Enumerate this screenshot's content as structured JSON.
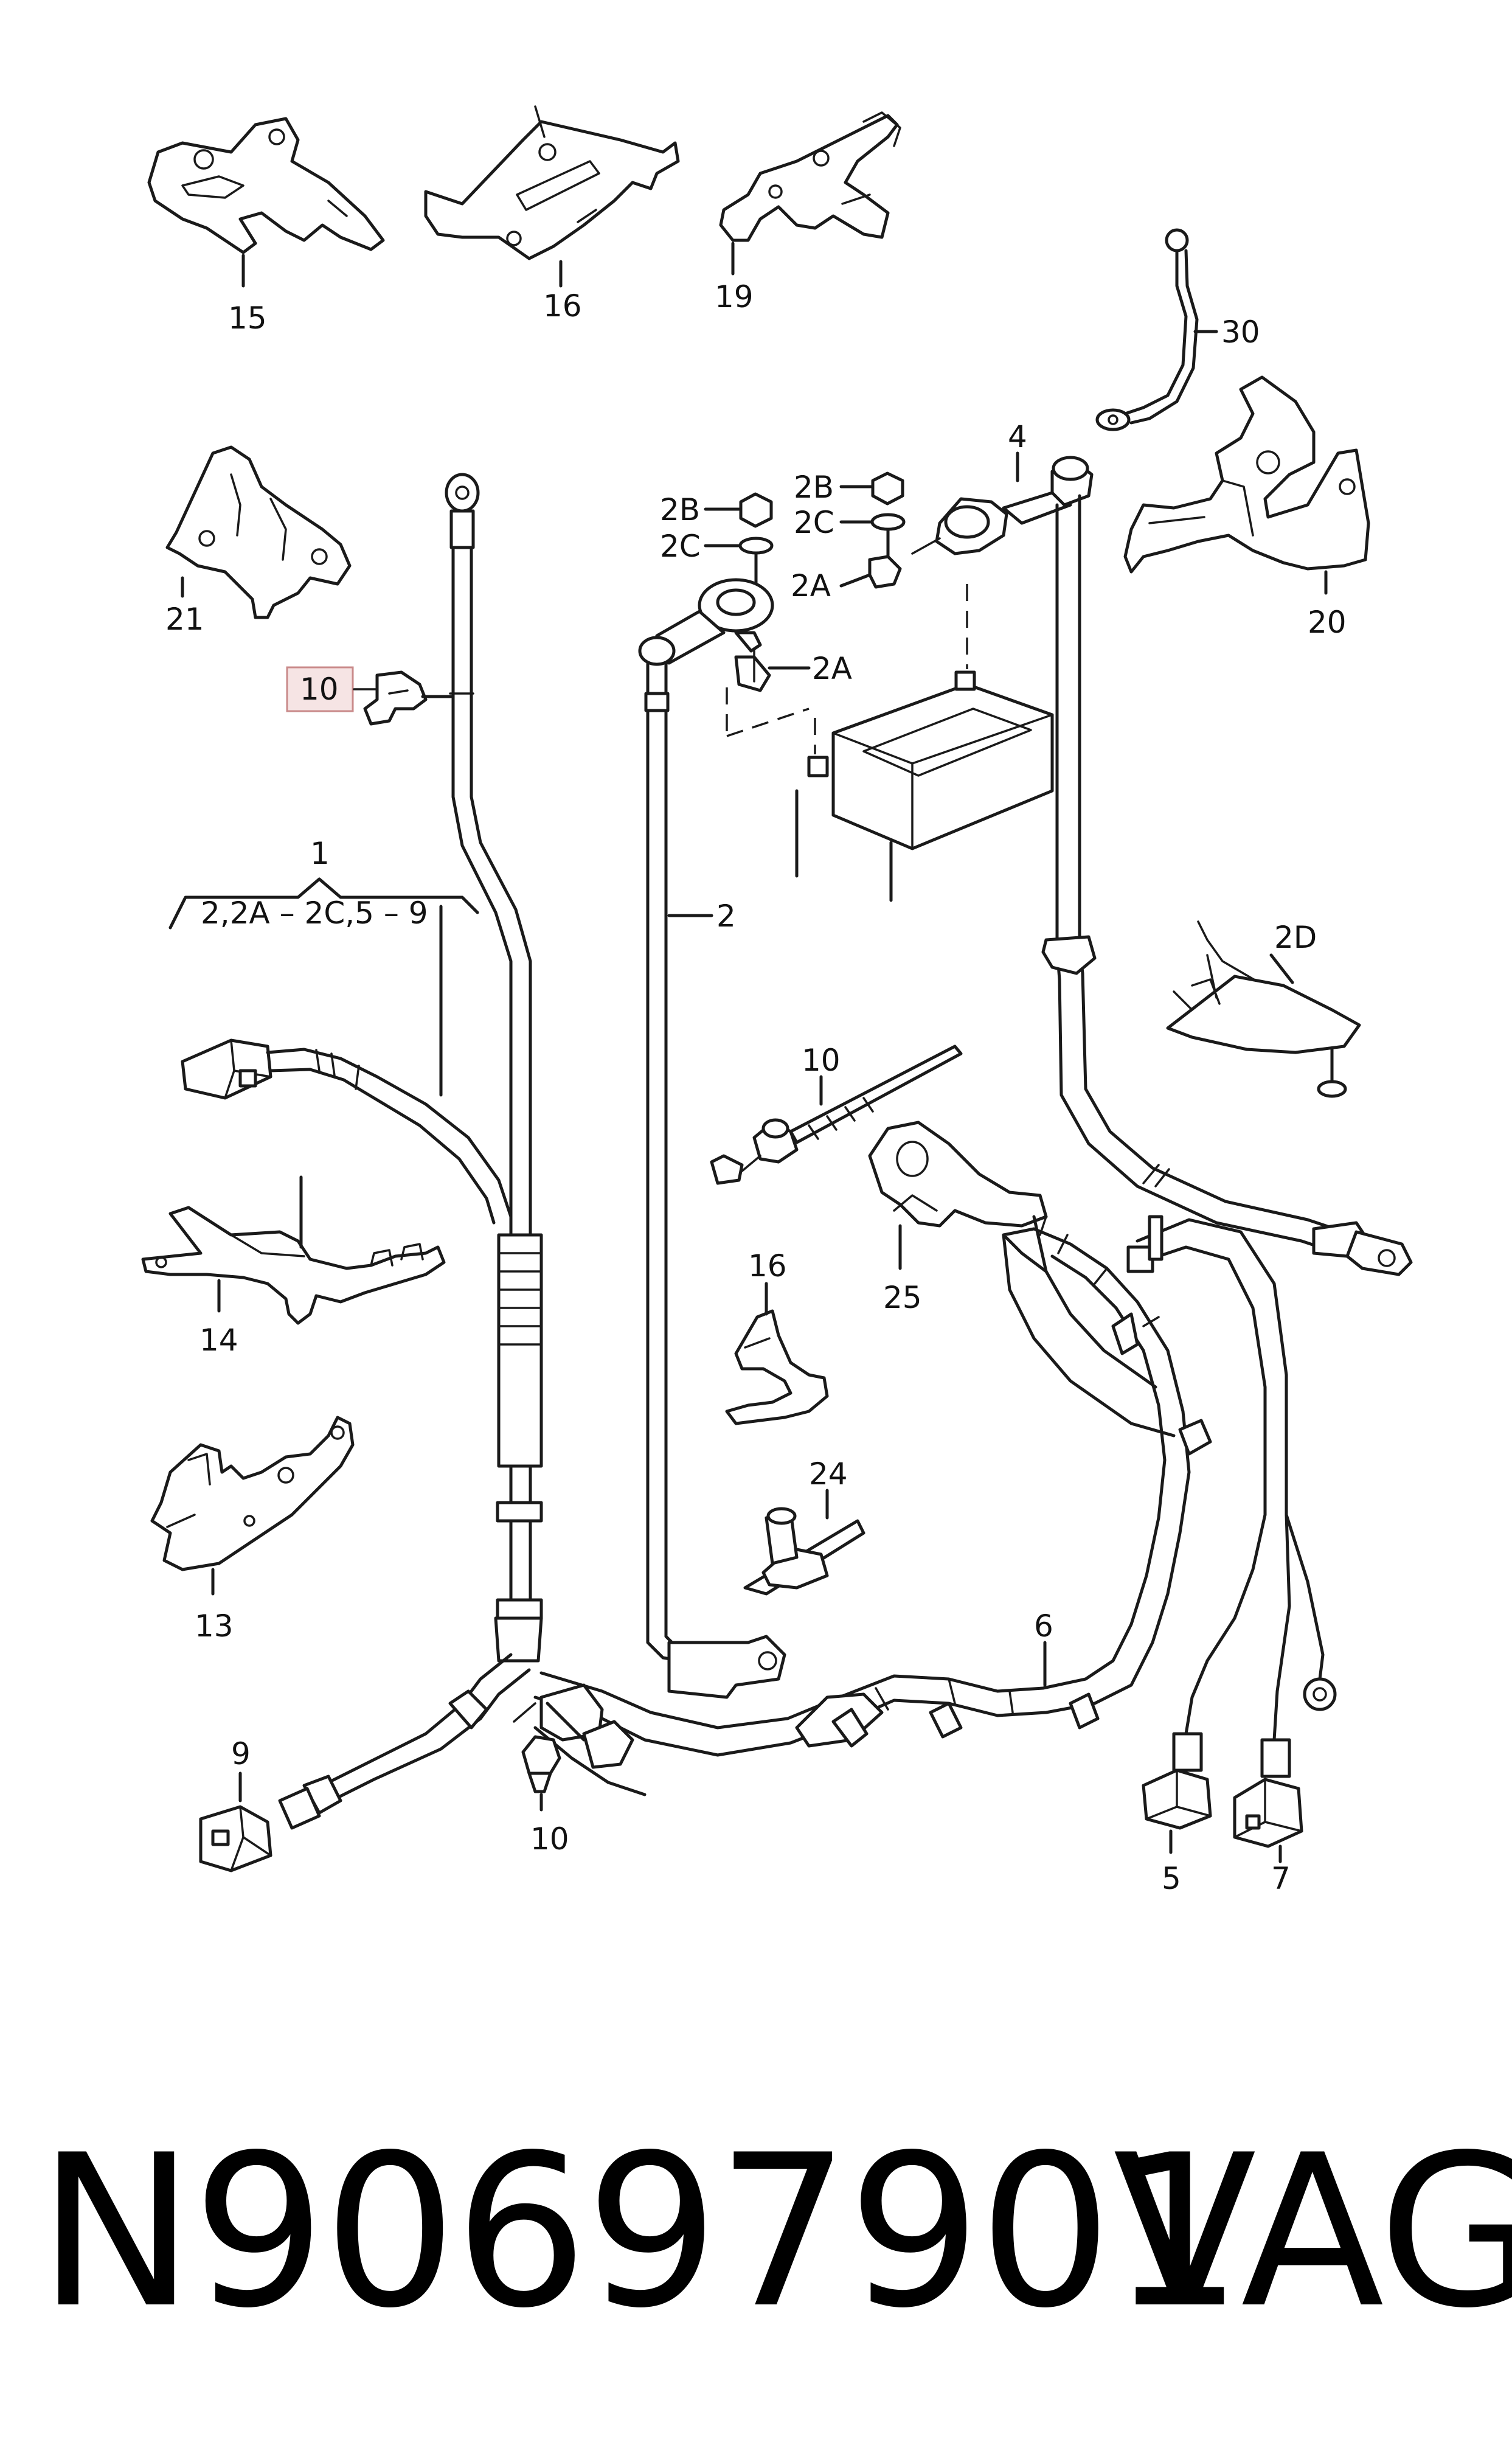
{
  "diagram": {
    "callouts": {
      "c15": "15",
      "c16_top": "16",
      "c19": "19",
      "c30": "30",
      "c21": "21",
      "c10_highlight": "10",
      "c2B_left": "2B",
      "c2C_left": "2C",
      "c2B_right": "2B",
      "c2C_right": "2C",
      "c2A_right": "2A",
      "c2A_left": "2A",
      "c4": "4",
      "c20": "20",
      "c1": "1",
      "c1_range": "2,2A – 2C,5 – 9",
      "c2": "2",
      "c2D": "2D",
      "c10_mid": "10",
      "c14": "14",
      "c25": "25",
      "c16_mid": "16",
      "c13": "13",
      "c24": "24",
      "c6": "6",
      "c9": "9",
      "c10_bottom": "10",
      "c5": "5",
      "c7": "7"
    },
    "highlighted_callout": "10"
  },
  "footer": {
    "part_number": "N90697901",
    "brand": "VAG"
  },
  "colors": {
    "line": "#1a1a1a",
    "highlight_fill": "#f6e4e4",
    "highlight_border": "#c98a8a"
  }
}
